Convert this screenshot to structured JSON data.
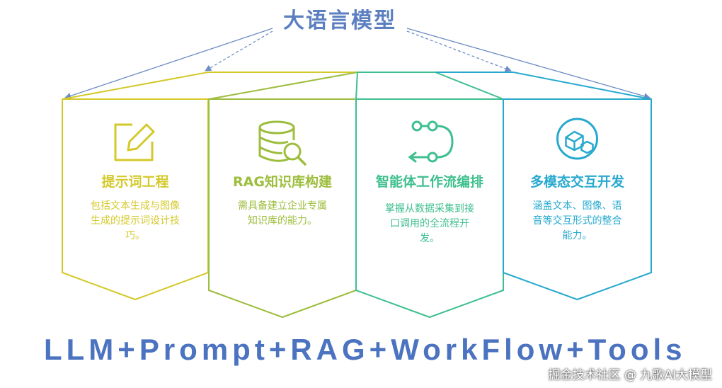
{
  "title": "大语言模型",
  "cards": [
    {
      "title": "提示词工程",
      "desc": [
        "包括文本生成与图像",
        "生成的提示词设计技",
        "巧。"
      ],
      "color": "#d4c92a",
      "icon": "edit-icon"
    },
    {
      "title": "RAG知识库构建",
      "desc": [
        "需具备建立企业专属",
        "知识库的能力。"
      ],
      "color": "#9dbd3c",
      "icon": "database-search-icon"
    },
    {
      "title": "智能体工作流编排",
      "desc": [
        "掌握从数据采集到接",
        "口调用的全流程开",
        "发。"
      ],
      "color": "#3fbf8f",
      "icon": "workflow-icon"
    },
    {
      "title": "多模态交互开发",
      "desc": [
        "涵盖文本、图像、语",
        "音等交互形式的整合",
        "能力。"
      ],
      "color": "#27a9cf",
      "icon": "cube-icon"
    }
  ],
  "bottom": "LLM+Prompt+RAG+WorkFlow+Tools",
  "watermark": "掘金技术社区 @ 九歌AI大模型"
}
